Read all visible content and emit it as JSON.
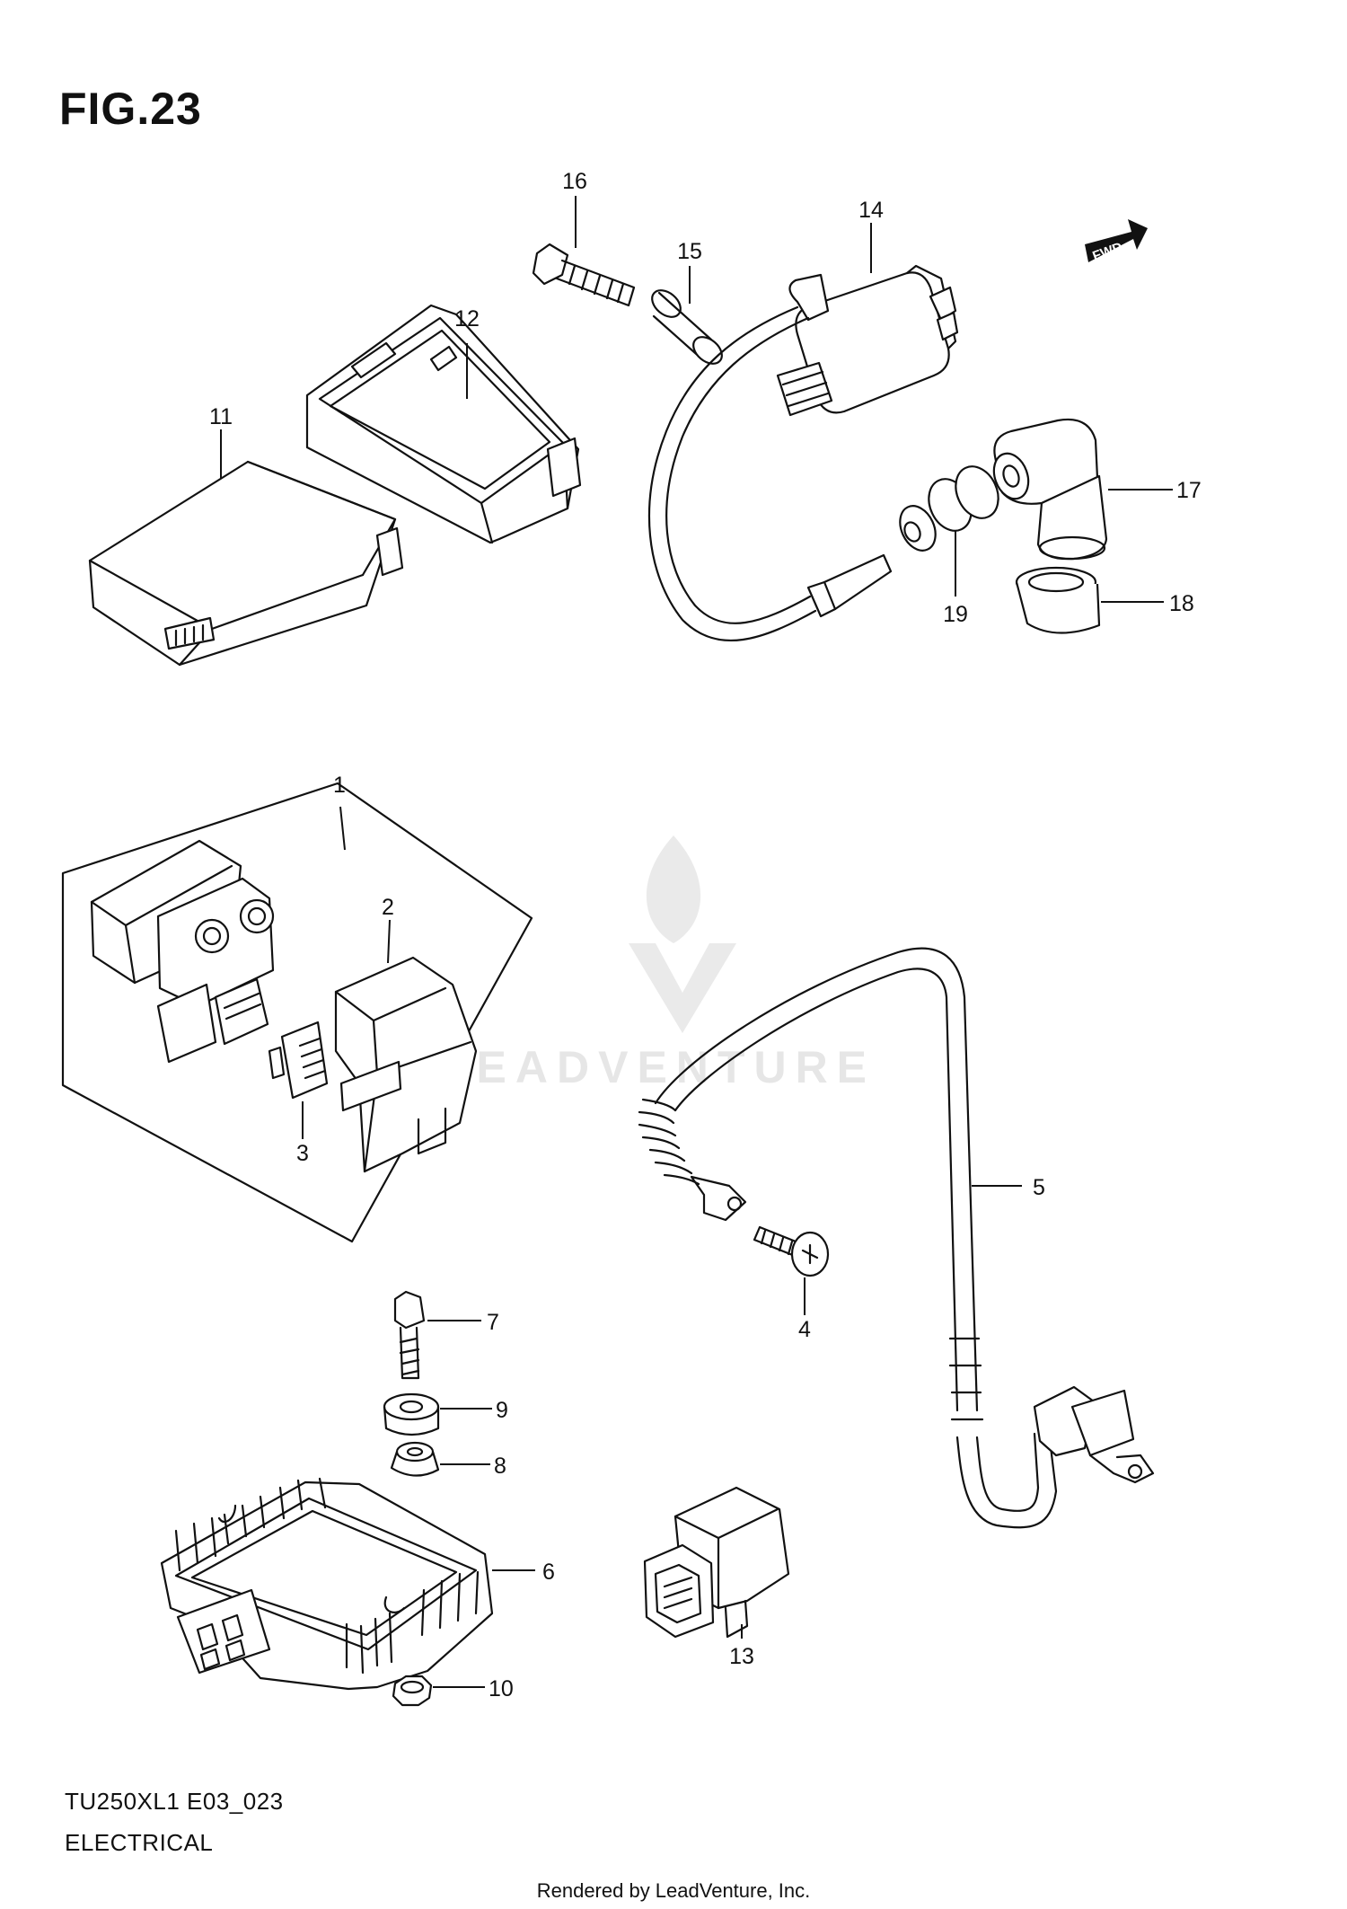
{
  "figure": {
    "title": "FIG.23",
    "model_code": "TU250XL1 E03_023",
    "section_name": "ELECTRICAL",
    "rendered_by": "Rendered by LeadVenture, Inc.",
    "watermark": "LEADVENTURE",
    "fwd_label": "FWD"
  },
  "callouts": {
    "c1": "1",
    "c2": "2",
    "c3": "3",
    "c4": "4",
    "c5": "5",
    "c6": "6",
    "c7": "7",
    "c8": "8",
    "c9": "9",
    "c10": "10",
    "c11": "11",
    "c12": "12",
    "c13": "13",
    "c14": "14",
    "c15": "15",
    "c16": "16",
    "c17": "17",
    "c18": "18",
    "c19": "19"
  }
}
